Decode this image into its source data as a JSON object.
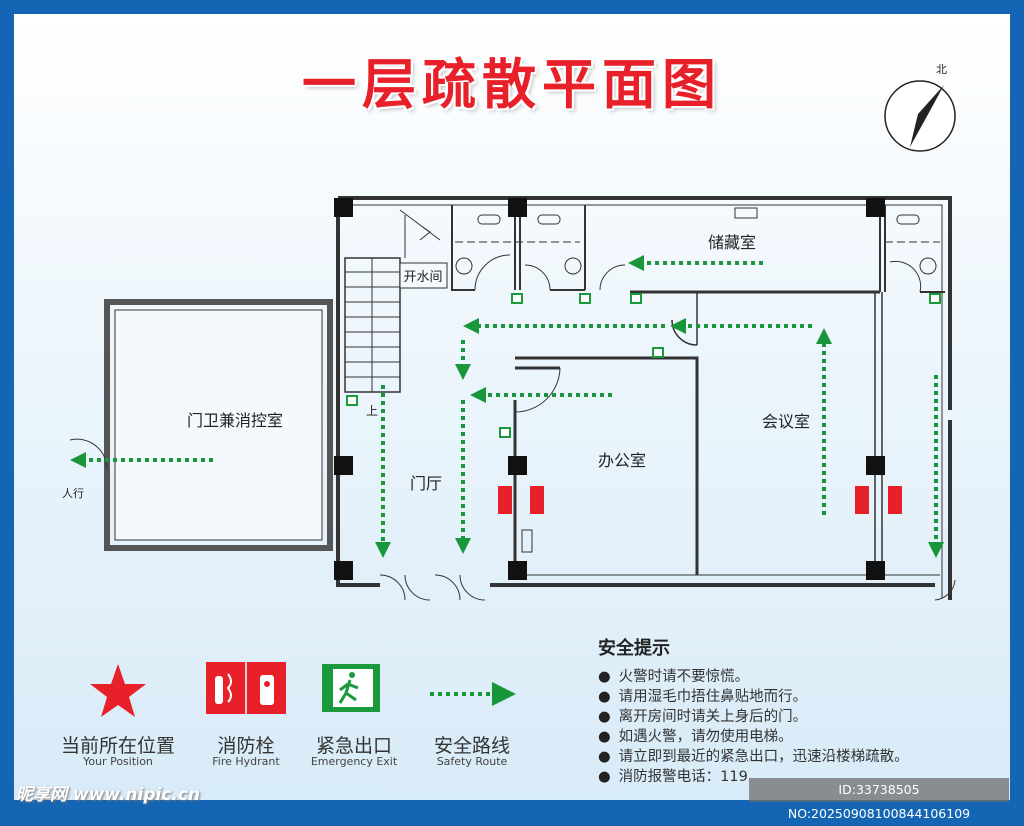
{
  "title": "一层疏散平面图",
  "compass": {
    "label": "北"
  },
  "rooms": {
    "guard": "门卫兼消控室",
    "storage": "储藏室",
    "meeting": "会议室",
    "office": "办公室",
    "lobby": "门厅",
    "water": "开水间",
    "stairs_up": "上",
    "pedestrian": "人行"
  },
  "colors": {
    "route": "#17963a",
    "fire": "#e8202a",
    "exit": "#1a9a3c",
    "frame": "#1466b4"
  },
  "legend": [
    {
      "icon": "star-icon",
      "label": "当前所在位置",
      "sub": "Your Position"
    },
    {
      "icon": "fire-hydrant-icon",
      "label": "消防栓",
      "sub": "Fire Hydrant"
    },
    {
      "icon": "emergency-exit-icon",
      "label": "紧急出口",
      "sub": "Emergency Exit"
    },
    {
      "icon": "route-arrow-icon",
      "label": "安全路线",
      "sub": "Safety Route"
    }
  ],
  "tips": {
    "heading": "安全提示",
    "items": [
      "火警时请不要惊慌。",
      "请用湿毛巾捂住鼻贴地而行。",
      "离开房间时请关上身后的门。",
      "如遇火警，请勿使用电梯。",
      "请立即到最近的紧急出口，迅速沿楼梯疏散。",
      "消防报警电话：119"
    ]
  },
  "watermark": "昵享网 www.nipic.cn",
  "id_text": "ID:33738505 NO:20250908100844106109"
}
